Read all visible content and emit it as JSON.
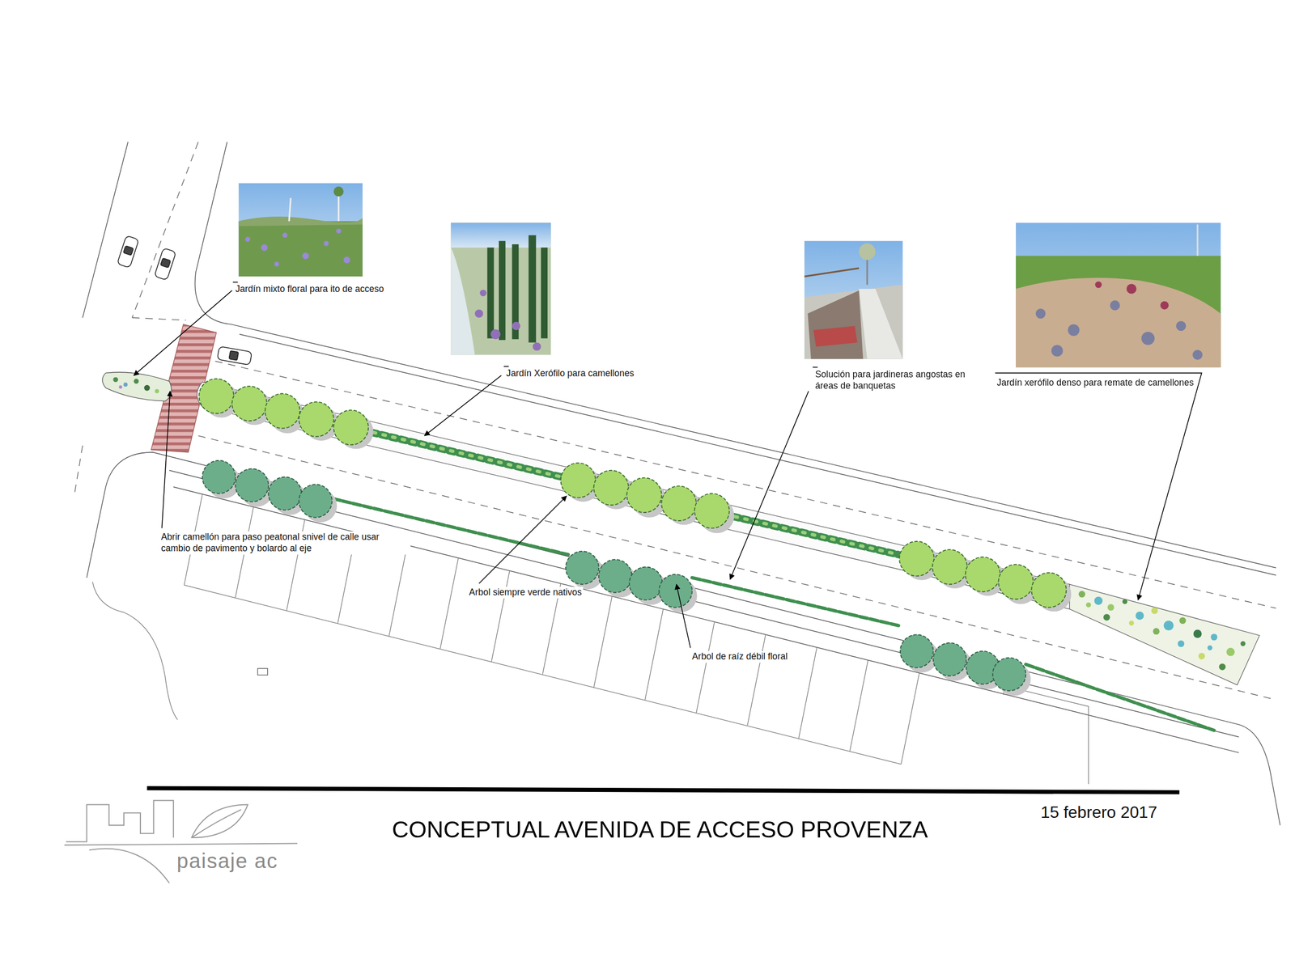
{
  "diagram": {
    "title": "CONCEPTUAL AVENIDA DE ACCESO PROVENZA",
    "labels": [
      "Jardín mixto floral para ito de acceso",
      "Jardín Xerófilo para camellones",
      "Solución para jardineras angostas en áreas de banquetas",
      "Jardín xerófilo denso para remate de camellones",
      "Abrir camellón para paso peatonal snivel de calle usar cambio de pavimento y bolardo al eje",
      "Arbol siempre verde nativos",
      "Arbol de raíz débil floral",
      "15 febrero 2017",
      "paisaje ac"
    ]
  }
}
